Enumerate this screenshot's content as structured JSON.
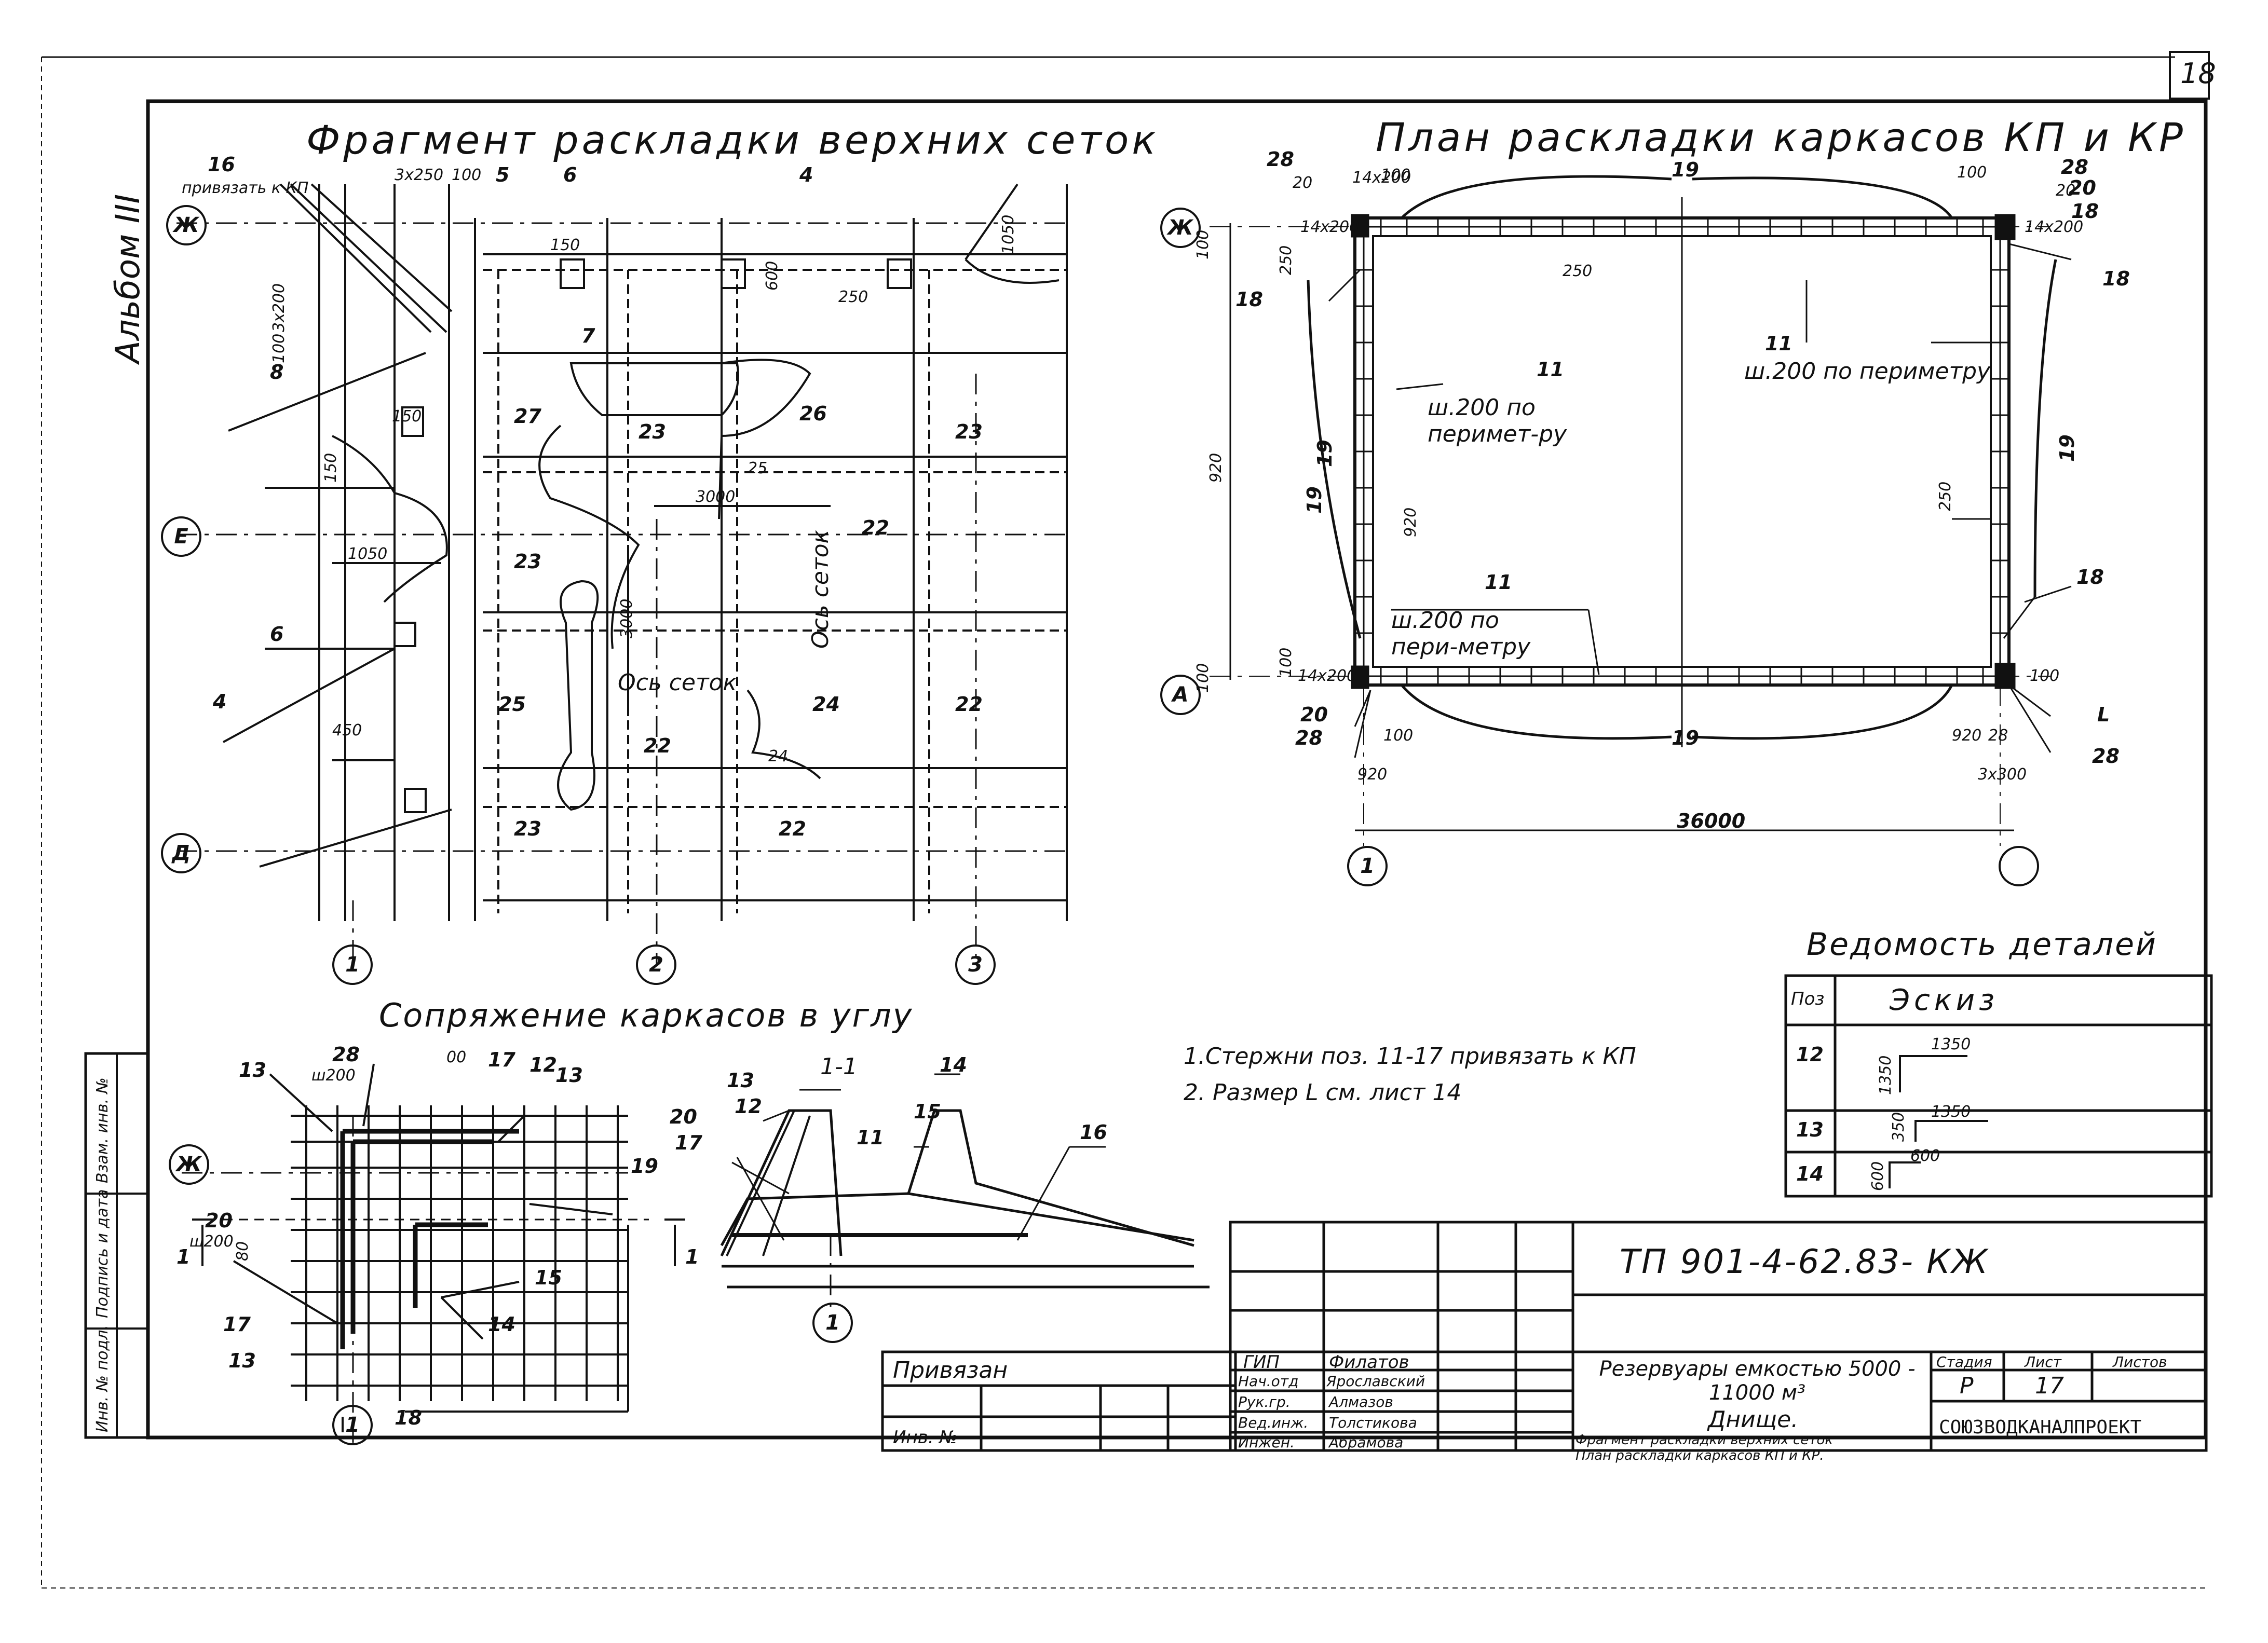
{
  "sheet_number": "18",
  "album_label": "Альбом III",
  "fragment": {
    "title": "Фрагмент раскладки верхних сеток",
    "axes_rows": [
      "Ж",
      "Е",
      "Д"
    ],
    "axes_cols": [
      "1",
      "2",
      "3"
    ],
    "mesh_numbers": [
      "27",
      "23",
      "26",
      "23",
      "23",
      "22",
      "25",
      "24",
      "22",
      "23",
      "22",
      "22",
      "25",
      "24"
    ],
    "marks": [
      "16",
      "5",
      "6",
      "4",
      "7",
      "8",
      "6",
      "4"
    ],
    "dims": [
      "3х250",
      "100",
      "150",
      "3х200",
      "100",
      "250",
      "1050",
      "600",
      "3000",
      "3000",
      "150",
      "1050",
      "450",
      "Ось сеток",
      "Ось сеток",
      "привязать к КП",
      "150"
    ]
  },
  "plan": {
    "title": "План раскладки каркасов КП и КР",
    "axes": [
      "Ж",
      "А",
      "1"
    ],
    "texts": [
      "ш.200 по перимет-ру",
      "ш.200 по периметру",
      "ш.200 по пери-метру"
    ],
    "marks": [
      "28",
      "20",
      "18",
      "19",
      "11",
      "19",
      "11",
      "19",
      "11",
      "19",
      "18",
      "18",
      "28",
      "20",
      "28",
      "20",
      "28",
      "L",
      "36000",
      "920",
      "100",
      "250",
      "250",
      "250",
      "920",
      "100",
      "100",
      "14х200",
      "14х200",
      "14х200",
      "14х200",
      "100",
      "100",
      "100",
      "100",
      "920",
      "920",
      "3х300",
      "28",
      "20",
      "18",
      "19"
    ]
  },
  "corner": {
    "title": "Сопряжение каркасов в углу",
    "section": "1-1",
    "marks": [
      "28",
      "13",
      "ш200",
      "00",
      "17",
      "12",
      "13",
      "19",
      "20",
      "ш200",
      "17",
      "13",
      "15",
      "14",
      "18",
      "1",
      "1",
      "1",
      "80",
      "Ж",
      "13",
      "12",
      "14",
      "20",
      "15",
      "17",
      "11",
      "16",
      "1"
    ]
  },
  "notes": [
    "1.Стержни поз. 11-17 привязать к КП",
    "2. Размер L см. лист 14"
  ],
  "details": {
    "title": "Ведомость деталей",
    "col_pos": "Поз",
    "col_sketch": "Эскиз",
    "rows": [
      {
        "pos": "12",
        "dim1": "1350",
        "dim2": "1350"
      },
      {
        "pos": "13",
        "dim1": "1350",
        "dim2": "350"
      },
      {
        "pos": "14",
        "dim1": "600",
        "dim2": "600"
      }
    ]
  },
  "side_stamp": [
    "Инв. № подл.",
    "Подпись и дата",
    "Взам. инв. №"
  ],
  "title_block": {
    "code": "ТП 901-4-62.83- КЖ",
    "bound": "Привязан",
    "inv": "Инв. №",
    "roles": [
      "ГИП",
      "Нач.отд",
      "Рук.гр.",
      "Вед.инж.",
      "Инжен."
    ],
    "names": [
      "Филатов",
      "Ярославский",
      "Алмазов",
      "Толстикова",
      "Абрамова"
    ],
    "project": "Резервуары емкостью 5000 - 11000 м³",
    "part": "Днище.",
    "desc1": "Фрагмент раскладки верхних сеток",
    "desc2": "План раскладки каркасов КП и КР.",
    "stage_label": "Стадия",
    "sheet_label": "Лист",
    "sheets_label": "Листов",
    "stage": "Р",
    "sheet": "17",
    "sheets": "",
    "org": "СОЮЗВОДКАНАЛПРОЕКТ"
  }
}
